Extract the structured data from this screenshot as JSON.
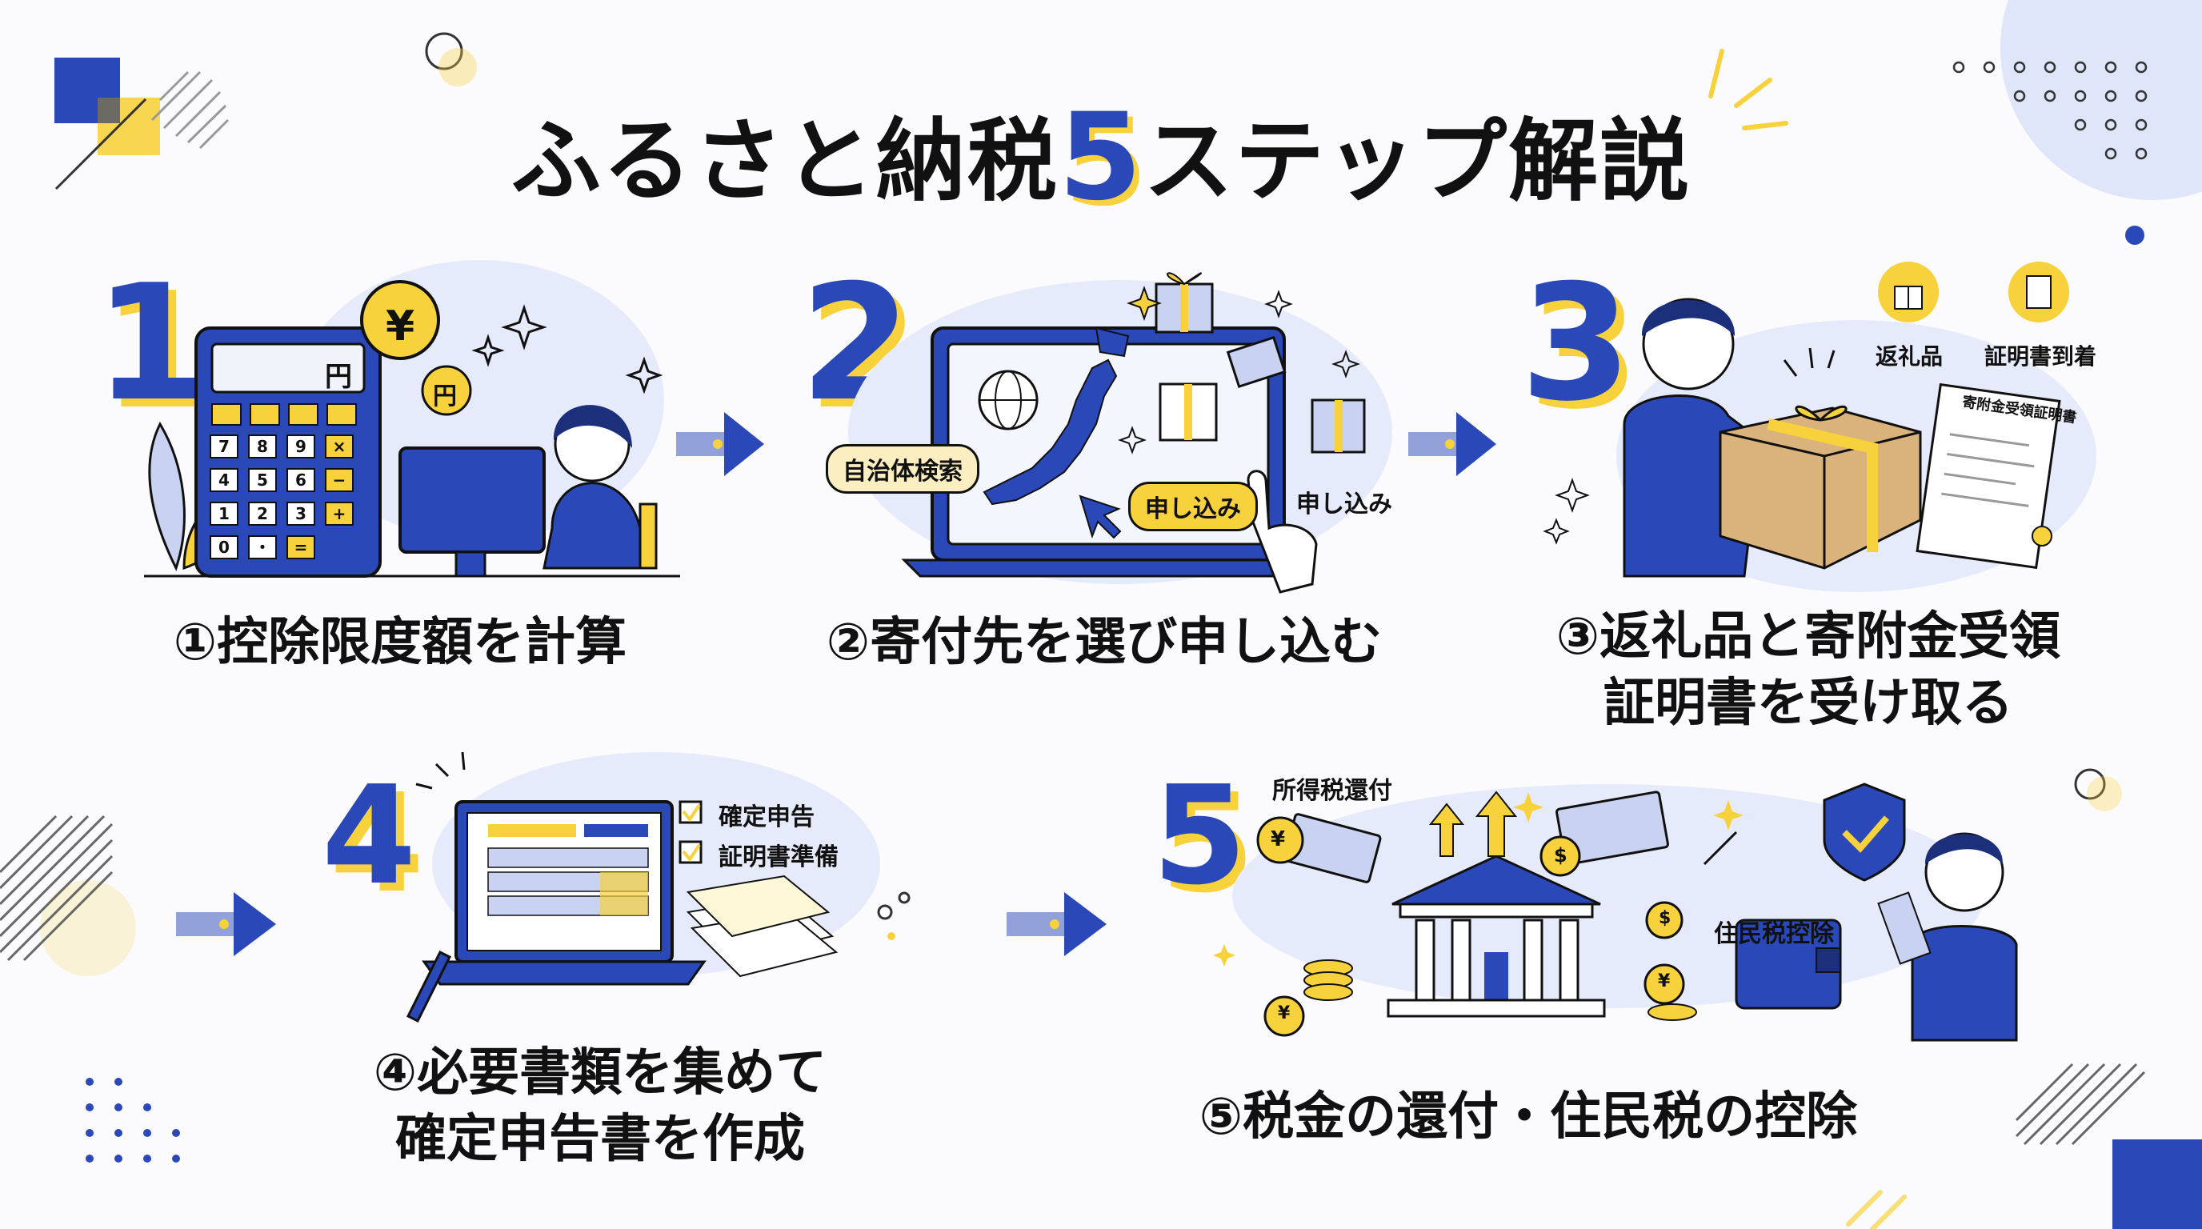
{
  "title": {
    "before": "ふるさと納税",
    "number": "5",
    "after": "ステップ解説"
  },
  "colors": {
    "accent": "#2b48b8",
    "highlight": "#f7d23c",
    "soft": "#e6ebfb"
  },
  "steps": [
    {
      "number": "1",
      "caption": [
        "①控除限度額を計算"
      ],
      "labels": {
        "calculator_display": "円",
        "coin_large": "¥",
        "coin_small": "円"
      },
      "calculator_keys": [
        "7",
        "8",
        "9",
        "×",
        "4",
        "5",
        "6",
        "−",
        "1",
        "2",
        "3",
        "+",
        "0",
        "・",
        "="
      ],
      "icons": [
        "calculator-icon",
        "yen-coin-icon",
        "computer-monitor-icon",
        "woman-at-desk-icon",
        "plant-icon"
      ]
    },
    {
      "number": "2",
      "caption": [
        "②寄付先を選び申し込む"
      ],
      "labels": {
        "search_pill": "自治体検索",
        "apply_button": "申し込み",
        "apply_label": "申し込み"
      },
      "icons": [
        "laptop-icon",
        "japan-map-icon",
        "globe-icon",
        "gift-box-icon",
        "cursor-icon",
        "pointing-hand-icon"
      ]
    },
    {
      "number": "3",
      "caption": [
        "③返礼品と寄附金受領",
        "証明書を受け取る"
      ],
      "labels": {
        "gift_badge": "返礼品",
        "certificate_badge": "証明書到着",
        "document_title": "寄附金受領証明書"
      },
      "icons": [
        "man-with-box-icon",
        "gift-badge-icon",
        "document-badge-icon",
        "certificate-icon"
      ]
    },
    {
      "number": "4",
      "caption": [
        "④必要書類を集めて",
        "確定申告書を作成"
      ],
      "checklist": [
        "確定申告",
        "証明書準備"
      ],
      "icons": [
        "laptop-spreadsheet-icon",
        "pen-icon",
        "paper-stack-icon",
        "checkbox-icon"
      ]
    },
    {
      "number": "5",
      "caption": [
        "⑤税金の還付・住民税の控除"
      ],
      "labels": {
        "refund": "所得税還付",
        "deduction": "住民税控除"
      },
      "coin_symbols": [
        "¥",
        "$",
        "$",
        "¥",
        "¥"
      ],
      "icons": [
        "bank-icon",
        "banknote-icon",
        "coin-stack-icon",
        "shield-check-icon",
        "wallet-icon",
        "man-with-cash-icon",
        "up-arrow-icon"
      ]
    }
  ]
}
